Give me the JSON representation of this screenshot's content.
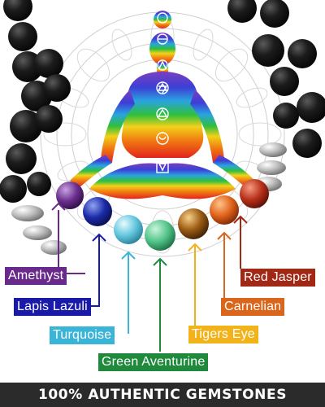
{
  "labels": {
    "amethyst": "Amethyst",
    "lapis": "Lapis Lazuli",
    "turquoise": "Turquoise",
    "green_aventurine": "Green Aventurine",
    "tigers_eye": "Tigers Eye",
    "carnelian": "Carnelian",
    "red_jasper": "Red Jasper"
  },
  "footer": "100% AUTHENTIC GEMSTONES",
  "colors": {
    "amethyst": "#6a2a8c",
    "lapis": "#1a1aa8",
    "turquoise": "#3ab5d8",
    "green_aventurine": "#1f8a3c",
    "tigers_eye": "#f2b31a",
    "carnelian": "#d9661a",
    "red_jasper": "#a02814",
    "lava_bead": "#1a1a1a",
    "footer_bg": "#2b2b2b"
  },
  "icons": {
    "meditation_figure": "meditating-person-icon",
    "mandala": "mandala-icon",
    "chakra_symbols": "chakra-symbol-icon"
  }
}
